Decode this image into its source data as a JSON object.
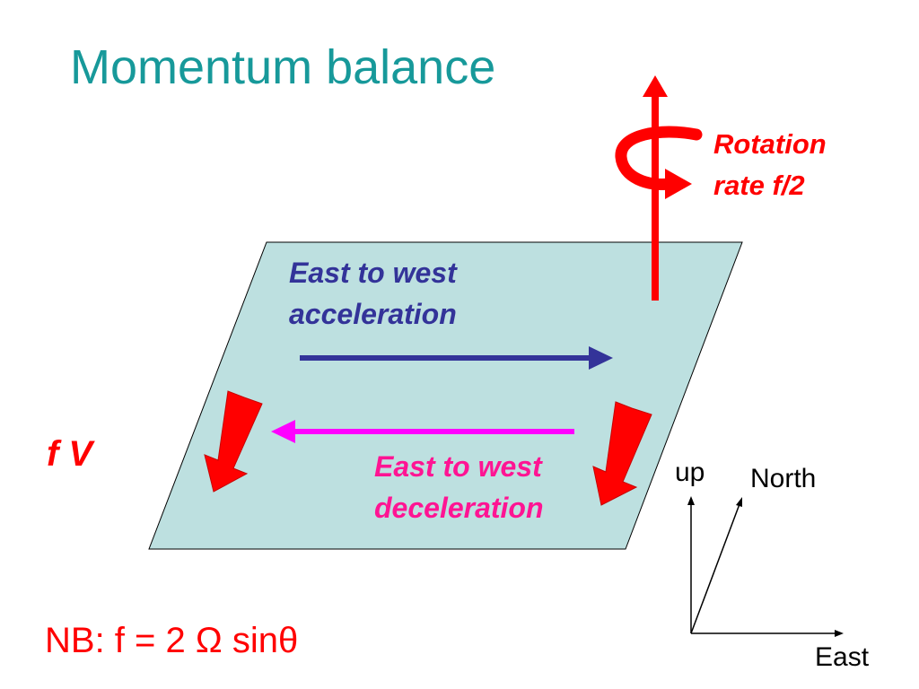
{
  "title": "Momentum balance",
  "rotation_label": {
    "line1": "Rotation",
    "line2": "rate f/2"
  },
  "acceleration_label": {
    "line1": "East to west",
    "line2": "acceleration"
  },
  "deceleration_label": {
    "line1": "East to west",
    "line2": "deceleration"
  },
  "coriolis_label": "f V",
  "note": "NB:  f = 2 Ω sinθ",
  "axes": {
    "up": "up",
    "north": "North",
    "east": "East"
  },
  "colors": {
    "title": "#17999a",
    "plane_fill": "#bde0e0",
    "rotation": "#ff0000",
    "acceleration": "#333399",
    "deceleration": "#ff00ff",
    "deceleration_text": "#ff1493",
    "coriolis": "#ff0000"
  }
}
